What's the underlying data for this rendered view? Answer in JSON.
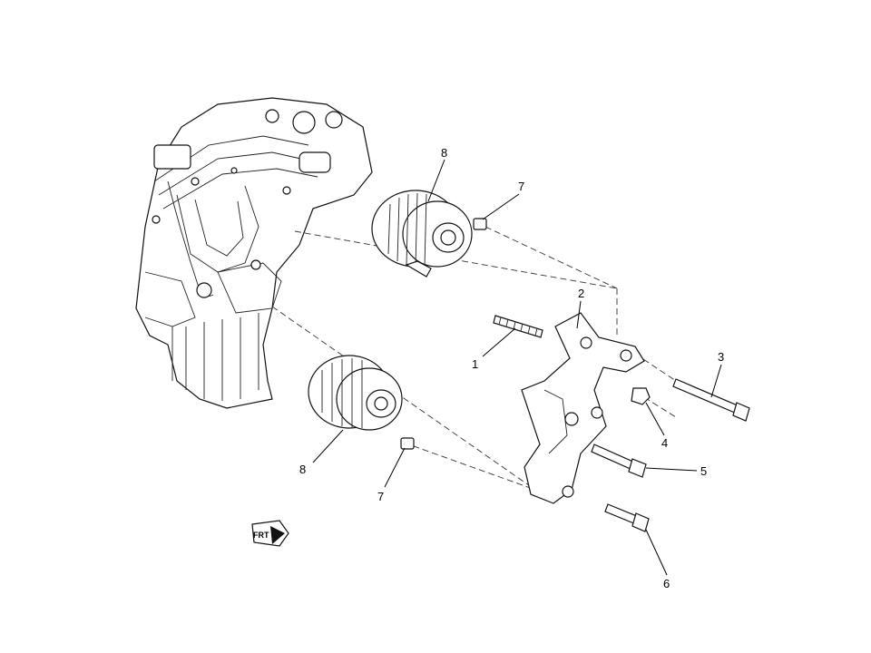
{
  "diagram": {
    "callouts": {
      "c1": "1",
      "c2": "2",
      "c3": "3",
      "c4": "4",
      "c5": "5",
      "c6": "6",
      "c7_upper": "7",
      "c7_lower": "7",
      "c8_upper": "8",
      "c8_lower": "8"
    },
    "front_indicator": "FRT"
  }
}
